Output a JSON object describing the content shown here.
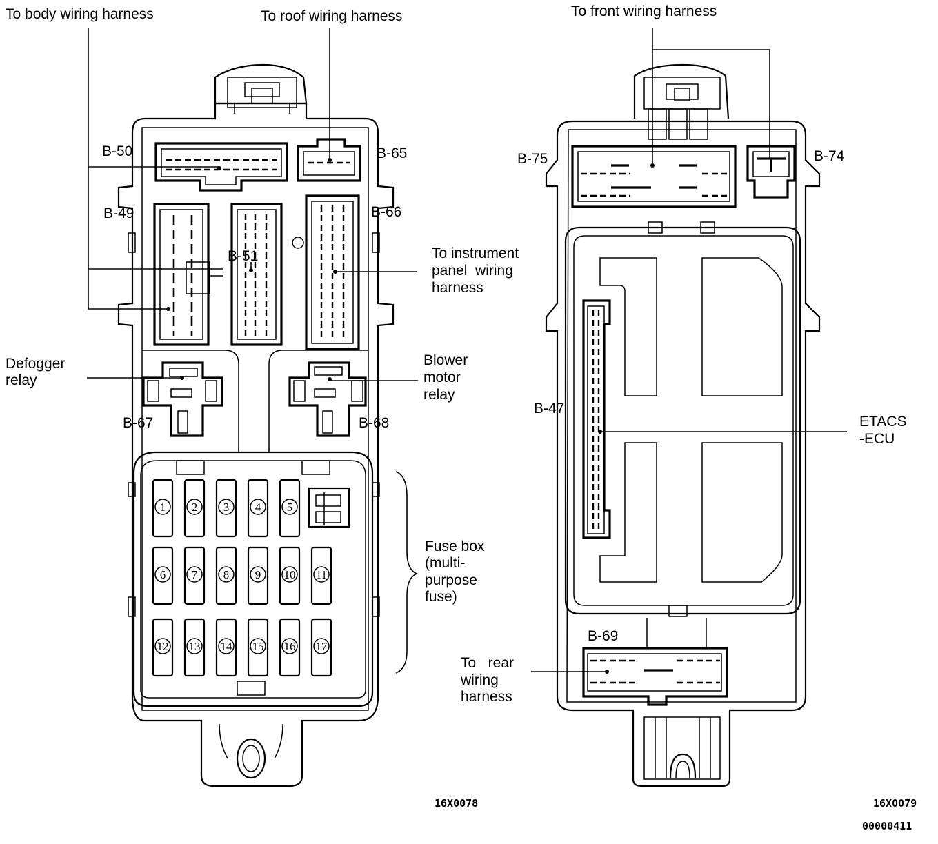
{
  "left_unit": {
    "callouts": {
      "to_body_wiring_harness": "To body wiring harness",
      "to_roof_wiring_harness": "To roof wiring harness",
      "to_instrument_panel_wiring_harness": [
        "To instrument",
        "panel  wiring",
        "harness"
      ],
      "defogger_relay": [
        "Defogger",
        "relay"
      ],
      "blower_motor_relay": [
        "Blower",
        "motor",
        "relay"
      ],
      "fuse_box": [
        "Fuse box",
        "(multi-",
        "purpose",
        "fuse)"
      ]
    },
    "connectors": {
      "b50": "B-50",
      "b65": "B-65",
      "b49": "B-49",
      "b66": "B-66",
      "b51": "B-51",
      "b67": "B-67",
      "b68": "B-68"
    },
    "fuses": [
      "1",
      "2",
      "3",
      "4",
      "5",
      "6",
      "7",
      "8",
      "9",
      "10",
      "11",
      "12",
      "13",
      "14",
      "15",
      "16",
      "17"
    ],
    "figure_code": "16X0078"
  },
  "right_unit": {
    "callouts": {
      "to_front_wiring_harness": "To front wiring harness",
      "etacs_ecu": [
        "ETACS",
        "-ECU"
      ],
      "to_rear_wiring_harness": [
        "To   rear",
        "wiring",
        "harness"
      ]
    },
    "connectors": {
      "b75": "B-75",
      "b74": "B-74",
      "b47": "B-47",
      "b69": "B-69"
    },
    "figure_code": "16X0079"
  },
  "document_code": "00000411"
}
